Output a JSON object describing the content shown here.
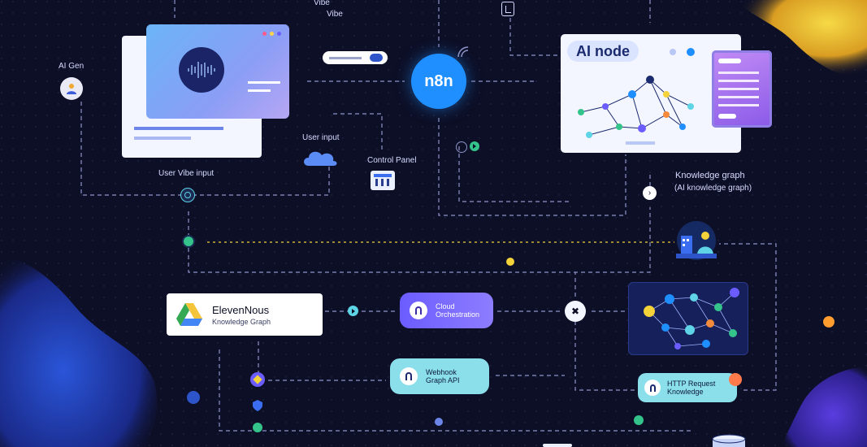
{
  "labels": {
    "top_vibe": "Vibe",
    "top_right_small": "Vibe",
    "ai_gen": "AI Gen",
    "user_input": "User input",
    "user_vibe_input": "User Vibe input",
    "control_panel": "Control Panel",
    "knowledge_graph": "Knowledge graph",
    "knowledge_graph_sub": "(AI knowledge graph)"
  },
  "nodes": {
    "n8n": "n8n",
    "ai_node_title": "AI node",
    "elevenlabs_title": "ElevenNous",
    "elevenlabs_sub": "Knowledge Graph",
    "cloud_orch_title": "Cloud",
    "cloud_orch_sub": "Orchestration",
    "webhook_title": "Webhook",
    "webhook_sub": "Graph API",
    "http_title": "HTTP Request",
    "http_sub": "Knowledge"
  },
  "colors": {
    "background": "#0d0f26",
    "accent_blue": "#1f8fff",
    "accent_purple": "#6b5cff",
    "accent_cyan": "#5fd4e6",
    "accent_yellow": "#f4d23a",
    "accent_orange": "#ff9d2e"
  },
  "icons": [
    "waveform-icon",
    "toggle-icon",
    "user-icon",
    "cloud-icon",
    "server-icon",
    "google-drive-icon",
    "database-icon",
    "network-icon",
    "chat-icon",
    "mic-icon",
    "play-icon",
    "shield-icon",
    "orbit-icon"
  ]
}
